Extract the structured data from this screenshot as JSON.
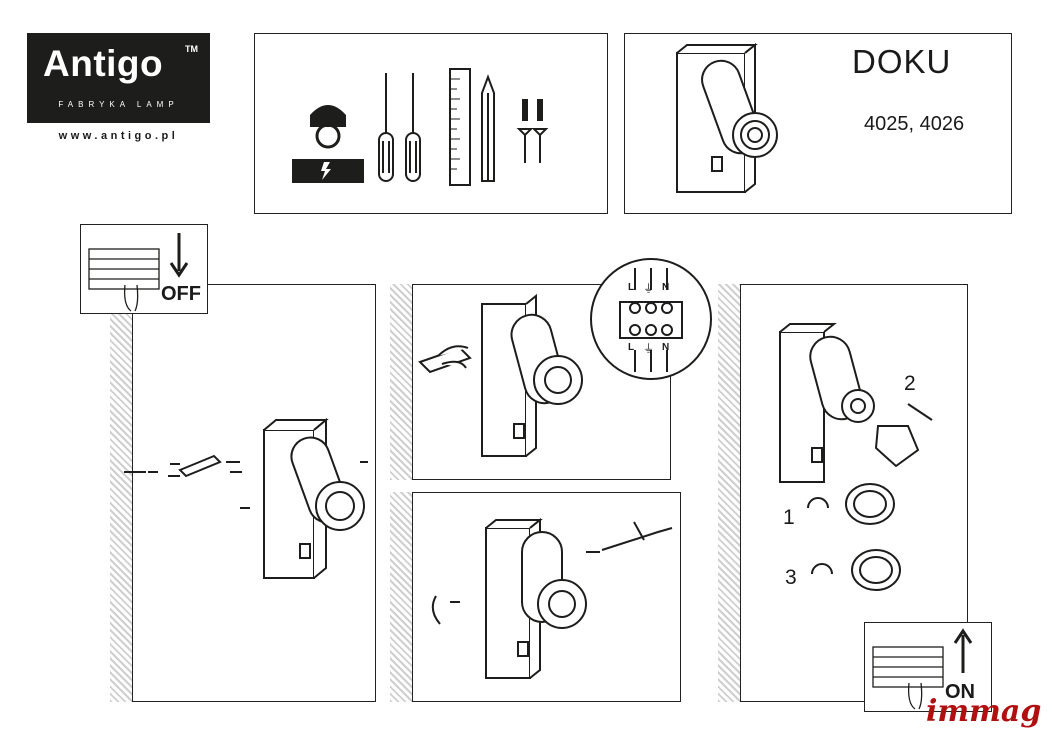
{
  "brand": {
    "name": "Antigo",
    "trademark": "TM",
    "subtitle": "FABRYKA LAMP",
    "url": "www.antigo.pl"
  },
  "product": {
    "name": "DOKU",
    "codes": "4025, 4026"
  },
  "tools_icons": [
    "electrician-icon",
    "screwdriver-flat-icon",
    "screwdriver-cross-icon",
    "ruler-icon",
    "pencil-icon",
    "wall-plug-icon",
    "screw-icon"
  ],
  "power": {
    "off_label": "OFF",
    "on_label": "ON"
  },
  "terminal": {
    "live": "L",
    "neutral": "N",
    "earth_symbol": "⏚"
  },
  "steps": {
    "step1": "1",
    "step2": "2",
    "step3": "3"
  },
  "watermark": "immag",
  "colors": {
    "line": "#1d1d1b",
    "watermark": "#b01010"
  }
}
